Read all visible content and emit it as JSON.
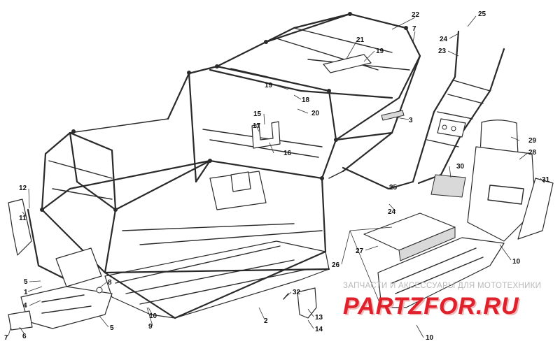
{
  "callouts": {
    "c1": "1",
    "c2": "2",
    "c3": "3",
    "c4": "4",
    "c5a": "5",
    "c5b": "5",
    "c6": "6",
    "c7": "7",
    "c7b": "7",
    "c8": "8",
    "c9": "9",
    "c10a": "10",
    "c10b": "10",
    "c10c": "10",
    "c11": "11",
    "c12": "12",
    "c13": "13",
    "c14": "14",
    "c15": "15",
    "c16": "16",
    "c17": "17",
    "c18": "18",
    "c19a": "19",
    "c19b": "19",
    "c20": "20",
    "c21": "21",
    "c22": "22",
    "c23": "23",
    "c24a": "24",
    "c24b": "24",
    "c25a": "25",
    "c25b": "25",
    "c26": "26",
    "c27": "27",
    "c28": "28",
    "c29": "29",
    "c30": "30",
    "c31": "31",
    "c32": "32"
  },
  "watermark": {
    "tagline": "ЗАПЧАСТИ И АКСЕССУАРЫ ДЛЯ МОТОТЕХНИКИ",
    "brand_part1": "PARTZ",
    "brand_part2": "FOR",
    "brand_part3": ".RU",
    "brand_color": "#e0202a",
    "brand_shadow": "#f2b8b8"
  }
}
